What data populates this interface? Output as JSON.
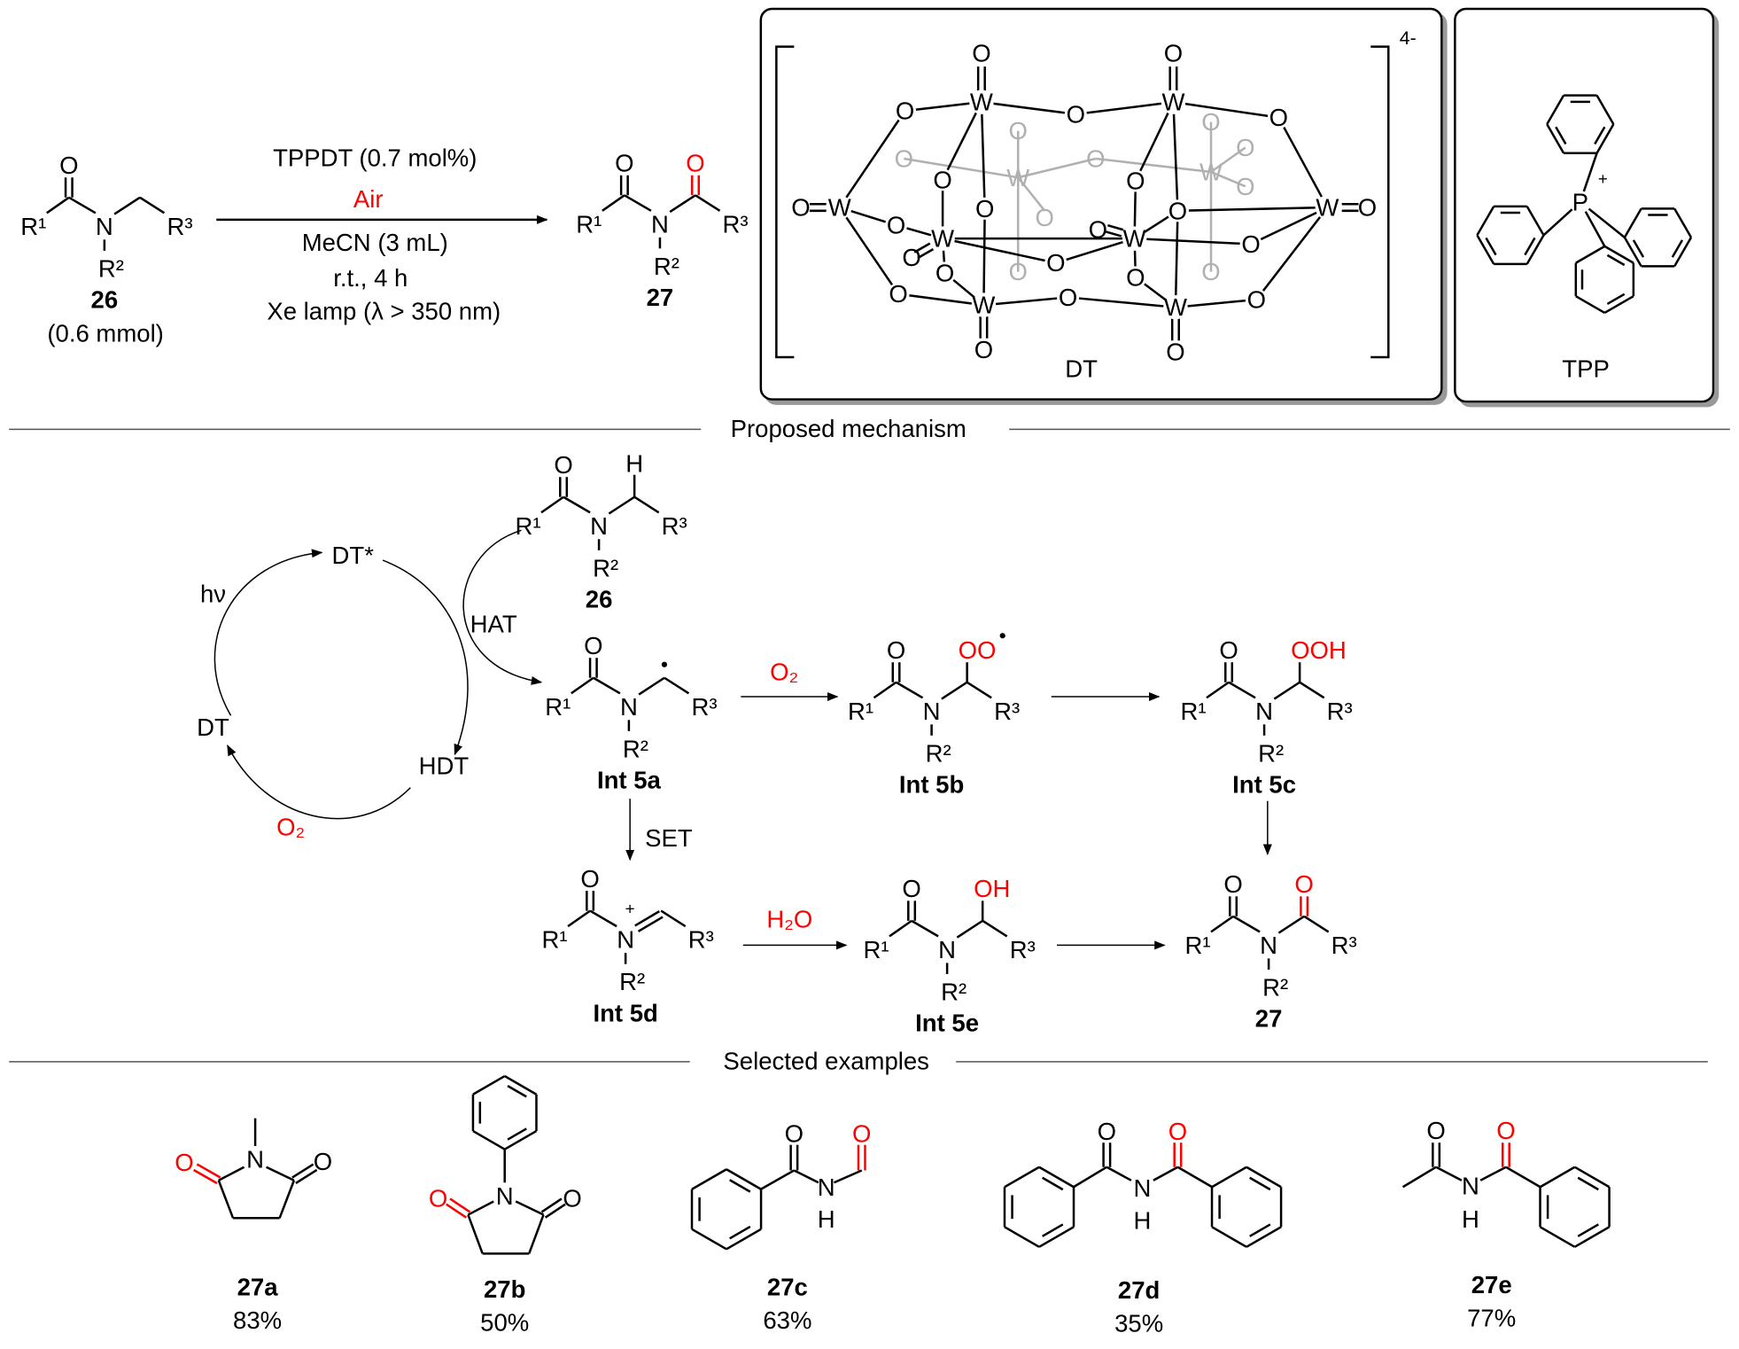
{
  "atoms": {
    "O": "O",
    "N": "N",
    "Nplus": "N",
    "H": "H",
    "W": "W",
    "P": "P",
    "R1": "R¹",
    "R2": "R²",
    "R3": "R³",
    "OO": "OO",
    "OOH": "OOH",
    "OH": "OH",
    "plus": "+"
  },
  "reaction": {
    "catalyst": "TPPDT (0.7 mol%)",
    "atmosphere": "Air",
    "solvent": "MeCN (3 mL)",
    "conditions": "r.t., 4 h",
    "light": "Xe lamp (λ > 350 nm)",
    "substrate_label": "26",
    "substrate_amount": "(0.6 mmol)",
    "product_label": "27"
  },
  "catalyst": {
    "anion_label": "DT",
    "anion_charge": "4-",
    "cation_label": "TPP",
    "cation_charge": "+"
  },
  "mechanism": {
    "title": "Proposed mechanism",
    "cycle": {
      "excited": "DT*",
      "light": "hν",
      "ground": "DT",
      "reduced": "HDT",
      "oxidant": "O₂",
      "step": "HAT"
    },
    "steps": {
      "oxygen": "O₂",
      "set": "SET",
      "water": "H₂O"
    },
    "intermediates": {
      "substrate": "26",
      "a": "Int 5a",
      "b": "Int 5b",
      "c": "Int 5c",
      "d": "Int 5d",
      "e": "Int 5e",
      "product": "27"
    }
  },
  "examples": {
    "title": "Selected examples",
    "items": [
      {
        "label": "27a",
        "yield": "83%"
      },
      {
        "label": "27b",
        "yield": "50%"
      },
      {
        "label": "27c",
        "yield": "63%"
      },
      {
        "label": "27d",
        "yield": "35%"
      },
      {
        "label": "27e",
        "yield": "77%"
      }
    ]
  },
  "colors": {
    "accent": "#ff0000",
    "ink": "#000000",
    "ghost": "#b0b0b0"
  }
}
